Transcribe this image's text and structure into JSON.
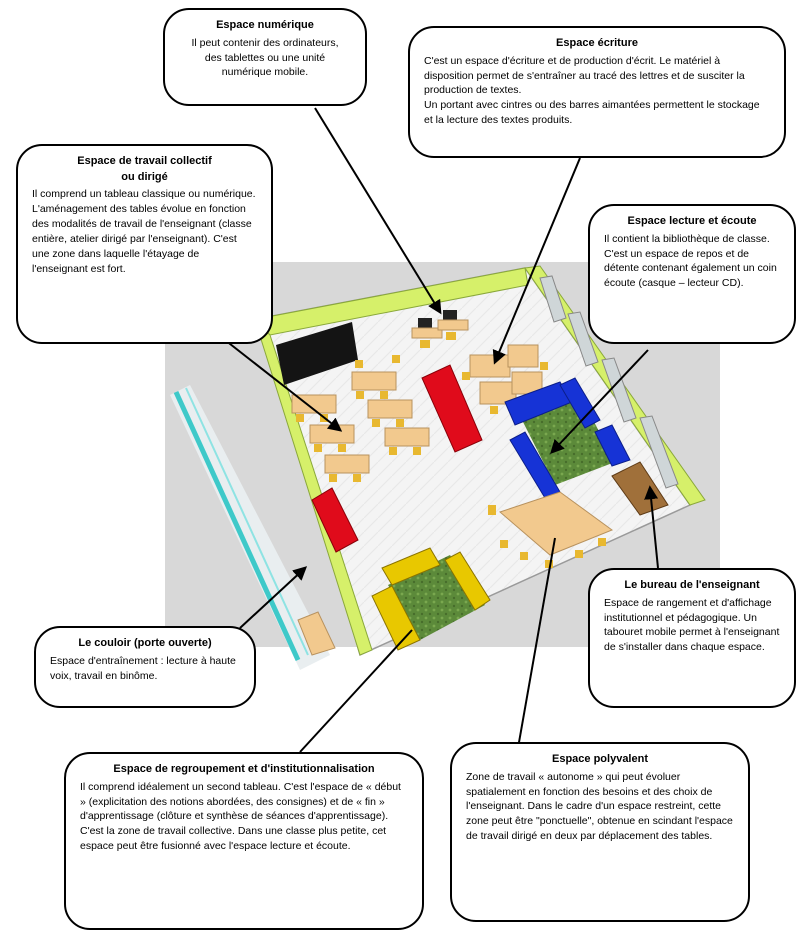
{
  "callouts": {
    "numerique": {
      "title": "Espace numérique",
      "body": "Il peut contenir des ordinateurs,\ndes tablettes ou une unité\nnumérique mobile."
    },
    "ecriture": {
      "title": "Espace écriture",
      "body": "C'est un espace d'écriture et de production d'écrit. Le matériel à disposition permet de s'entraîner au tracé des lettres et de susciter la production de textes.\nUn portant avec cintres ou des barres aimantées permettent le stockage et la lecture des textes produits."
    },
    "collectif": {
      "title": "Espace de travail collectif\nou dirigé",
      "body": "Il comprend un tableau classique ou numérique. L'aménagement des tables évolue en fonction des modalités de travail de l'enseignant (classe entière, atelier dirigé par l'enseignant). C'est une zone dans laquelle l'étayage de l'enseignant est fort."
    },
    "lecture": {
      "title": "Espace lecture et écoute",
      "body": "Il contient la bibliothèque de classe. C'est un espace de repos et de détente contenant également un coin écoute (casque – lecteur CD)."
    },
    "bureau": {
      "title": "Le bureau de l'enseignant",
      "body": "Espace de rangement et d'affichage institutionnel et pédagogique. Un tabouret mobile permet à l'enseignant de s'installer dans chaque espace."
    },
    "couloir": {
      "title": "Le couloir (porte ouverte)",
      "body": "Espace d'entraînement : lecture à haute voix, travail en binôme."
    },
    "regroupement": {
      "title": "Espace de regroupement et d'institutionnalisation",
      "body": "Il comprend idéalement un second tableau. C'est l'espace de « début » (explicitation des notions abordées, des consignes) et de « fin » d'apprentissage (clôture et synthèse de séances d'apprentissage). C'est la zone de travail collective. Dans une classe plus petite, cet espace peut être fusionné avec l'espace lecture et écoute."
    },
    "polyvalent": {
      "title": "Espace polyvalent",
      "body": "Zone de travail « autonome » qui peut évoluer spatialement en fonction des besoins et des choix de l'enseignant. Dans le cadre d'un espace restreint, cette zone peut être \"ponctuelle\", obtenue en scindant l'espace de travail dirigé en deux par déplacement des tables."
    }
  },
  "colors": {
    "wall": "#d6f06a",
    "floor": "#f4f4f4",
    "table": "#f2c98e",
    "chair": "#e8b830",
    "red_furniture": "#e00b1b",
    "blue_sofa": "#1633d6",
    "carpet": "#5c8a3a",
    "board": "#141414",
    "window": "#cfd6d8",
    "corridor_rail": "#3ec9c9"
  }
}
